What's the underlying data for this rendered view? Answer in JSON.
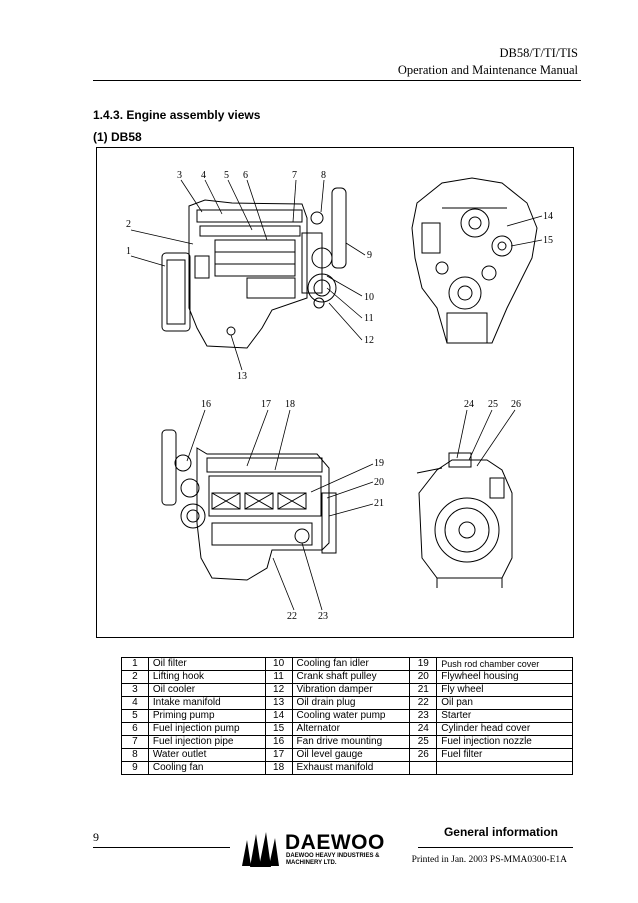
{
  "header": {
    "doc_code": "DB58/T/TI/TIS",
    "doc_title": "Operation and Maintenance Manual"
  },
  "section": {
    "title": "1.4.3. Engine assembly views",
    "subtitle": "(1) DB58"
  },
  "figure": {
    "callouts": [
      "1",
      "2",
      "3",
      "4",
      "5",
      "6",
      "7",
      "8",
      "9",
      "10",
      "11",
      "12",
      "13",
      "14",
      "15",
      "16",
      "17",
      "18",
      "19",
      "20",
      "21",
      "22",
      "23",
      "24",
      "25",
      "26"
    ]
  },
  "parts": [
    {
      "no_a": "1",
      "name_a": "Oil filter",
      "no_b": "10",
      "name_b": "Cooling fan idler",
      "no_c": "19",
      "name_c": "Push rod chamber cover"
    },
    {
      "no_a": "2",
      "name_a": "Lifting hook",
      "no_b": "11",
      "name_b": "Crank shaft pulley",
      "no_c": "20",
      "name_c": "Flywheel housing"
    },
    {
      "no_a": "3",
      "name_a": "Oil cooler",
      "no_b": "12",
      "name_b": "Vibration damper",
      "no_c": "21",
      "name_c": "Fly wheel"
    },
    {
      "no_a": "4",
      "name_a": "Intake manifold",
      "no_b": "13",
      "name_b": "Oil drain plug",
      "no_c": "22",
      "name_c": "Oil pan"
    },
    {
      "no_a": "5",
      "name_a": "Priming pump",
      "no_b": "14",
      "name_b": "Cooling water pump",
      "no_c": "23",
      "name_c": "Starter"
    },
    {
      "no_a": "6",
      "name_a": "Fuel injection pump",
      "no_b": "15",
      "name_b": "Alternator",
      "no_c": "24",
      "name_c": "Cylinder head cover"
    },
    {
      "no_a": "7",
      "name_a": "Fuel injection pipe",
      "no_b": "16",
      "name_b": "Fan drive mounting",
      "no_c": "25",
      "name_c": "Fuel injection nozzle"
    },
    {
      "no_a": "8",
      "name_a": "Water outlet",
      "no_b": "17",
      "name_b": "Oil level gauge",
      "no_c": "26",
      "name_c": "Fuel filter"
    },
    {
      "no_a": "9",
      "name_a": "Cooling fan",
      "no_b": "18",
      "name_b": "Exhaust manifold",
      "no_c": "",
      "name_c": ""
    }
  ],
  "footer": {
    "page_number": "9",
    "section_name": "General information",
    "brand": "DAEWOO",
    "brand_sub_line1": "DAEWOO HEAVY INDUSTRIES &",
    "brand_sub_line2": "MACHINERY LTD.",
    "print_info": "Printed in Jan. 2003 PS-MMA0300-E1A"
  }
}
